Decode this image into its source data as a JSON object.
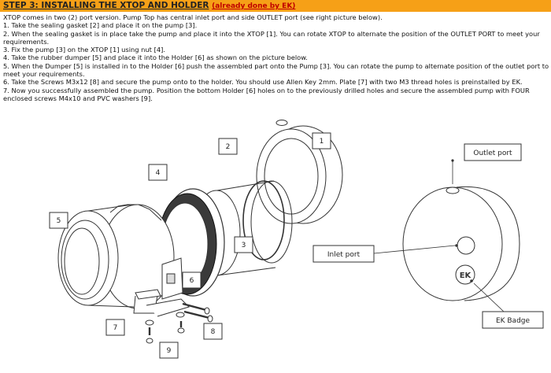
{
  "header": {
    "title": "STEP 3: INSTALLING THE XTOP AND HOLDER",
    "note": "(already done by EK)"
  },
  "instructions": [
    "XTOP comes in two (2) port version. Pump Top has central inlet port and side OUTLET port (see right picture below).",
    "1. Take the sealing gasket [2] and place it on the pump [3].",
    "2. When the sealing gasket is in place take the pump and place it into the XTOP [1]. You can rotate XTOP to alternate the position of the OUTLET PORT to meet your requirements.",
    "3. Fix the pump [3] on the XTOP [1] using nut [4].",
    "4. Take the rubber dumper [5] and place it into the Holder [6] as shown on the picture below.",
    "5. When the Dumper [5] is installed in to the Holder [6] push the assembled part onto the Pump [3]. You can rotate the pump to alternate position of the outlet port to meet your requirements.",
    "6. Take the Screws M3x12 [8] and secure the pump onto to the holder. You should use Allen Key 2mm. Plate [7] with two M3 thread holes is preinstalled by EK.",
    "7. Now you successfully assembled the pump. Position the bottom Holder [6] holes on to the previously drilled holes and secure the assembled pump with FOUR enclosed screws M4x10 and PVC washers [9]."
  ],
  "part_callouts": [
    "1",
    "2",
    "3",
    "4",
    "5",
    "6",
    "7",
    "8",
    "9"
  ],
  "port_callouts": {
    "outlet": "Outlet port",
    "inlet": "Inlet port",
    "badge": "EK Badge"
  },
  "badge_logo_text": "EK",
  "colors": {
    "heading_bar": "#f6a017",
    "note": "#c00000"
  }
}
